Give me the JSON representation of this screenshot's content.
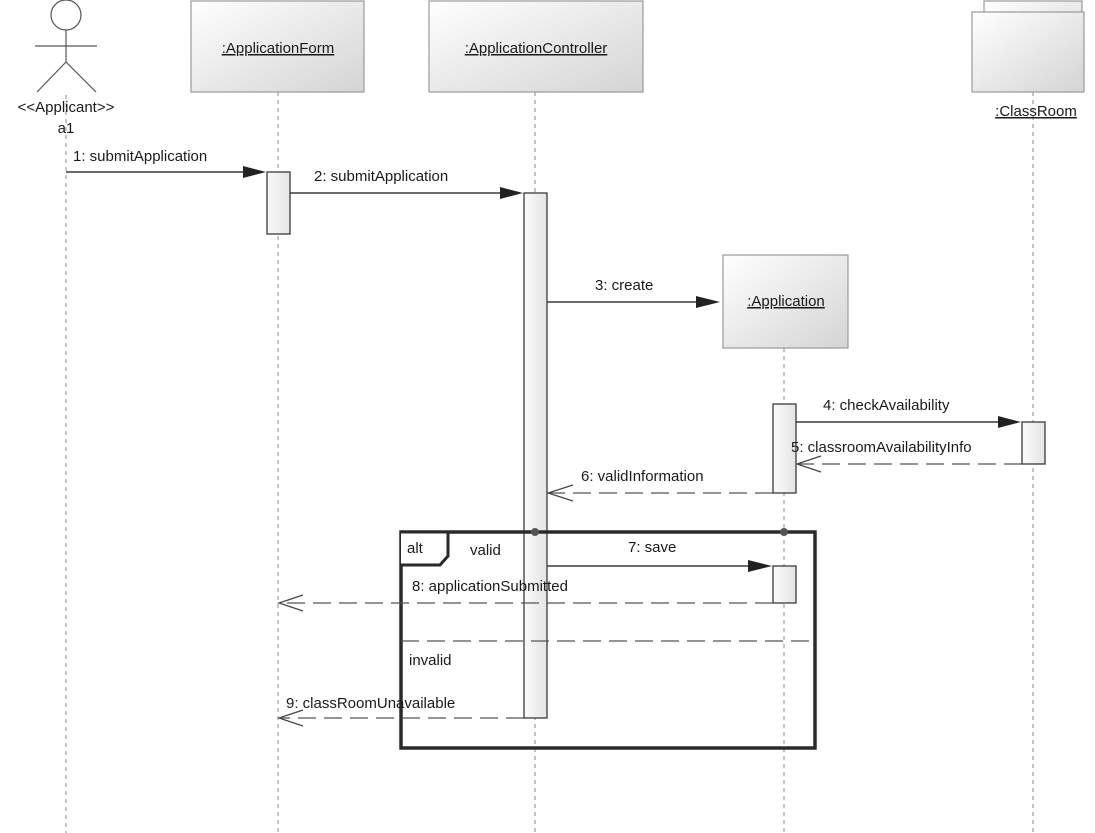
{
  "diagram": {
    "type": "UML sequence diagram",
    "actor": {
      "stereotype": "<<Applicant>>",
      "name": "a1"
    },
    "lifelines": [
      {
        "id": "form",
        "label": ":ApplicationForm"
      },
      {
        "id": "controller",
        "label": ":ApplicationController"
      },
      {
        "id": "application",
        "label": ":Application"
      },
      {
        "id": "classroom",
        "label": ":ClassRoom",
        "multi_object": true
      }
    ],
    "messages": [
      {
        "label": "1: submitApplication",
        "from": "a1",
        "to": ":ApplicationForm",
        "kind": "synchronous"
      },
      {
        "label": "2: submitApplication",
        "from": ":ApplicationForm",
        "to": ":ApplicationController",
        "kind": "synchronous"
      },
      {
        "label": "3: create",
        "from": ":ApplicationController",
        "to": ":Application",
        "kind": "create"
      },
      {
        "label": "4: checkAvailability",
        "from": ":Application",
        "to": ":ClassRoom",
        "kind": "synchronous"
      },
      {
        "label": "5: classroomAvailabilityInfo",
        "from": ":ClassRoom",
        "to": ":Application",
        "kind": "return"
      },
      {
        "label": "6: validInformation",
        "from": ":Application",
        "to": ":ApplicationController",
        "kind": "return"
      },
      {
        "label": "7: save",
        "from": ":ApplicationController",
        "to": ":Application",
        "kind": "synchronous"
      },
      {
        "label": "8: applicationSubmitted",
        "from": ":Application",
        "to": ":ApplicationForm",
        "kind": "return"
      },
      {
        "label": "9: classRoomUnavailable",
        "from": ":ApplicationController",
        "to": ":ApplicationForm",
        "kind": "return"
      }
    ],
    "fragment": {
      "operator": "alt",
      "guards": [
        "valid",
        "invalid"
      ]
    },
    "colors": {
      "box_fill_light": "#ffffff",
      "box_fill_dark": "#d6d6d6",
      "box_border": "#9a9a9a",
      "line": "#333333",
      "lifeline": "#8a8a8a",
      "background": "#ffffff"
    }
  }
}
